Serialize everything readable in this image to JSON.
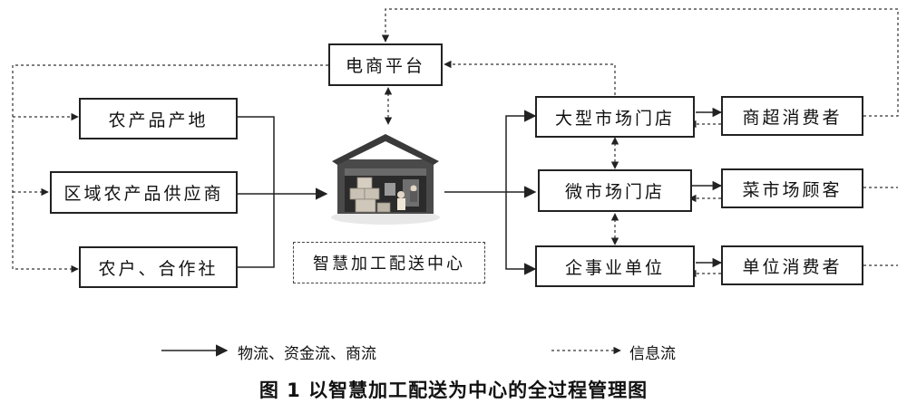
{
  "nodes": {
    "ecommerce": "电商平台",
    "origin": "农产品产地",
    "regional_supplier": "区域农产品供应商",
    "farmers_coop": "农户、合作社",
    "center": "智慧加工配送中心",
    "large_market_store": "大型市场门店",
    "micro_market_store": "微市场门店",
    "enterprise_unit": "企事业单位",
    "supermarket_consumer": "商超消费者",
    "market_customer": "菜市场顾客",
    "unit_consumer": "单位消费者"
  },
  "legend": {
    "solid_label": "物流、资金流、商流",
    "dotted_label": "信息流"
  },
  "caption": "图 1  以智慧加工配送为中心的全过程管理图",
  "icons": [
    "warehouse-illustration"
  ]
}
